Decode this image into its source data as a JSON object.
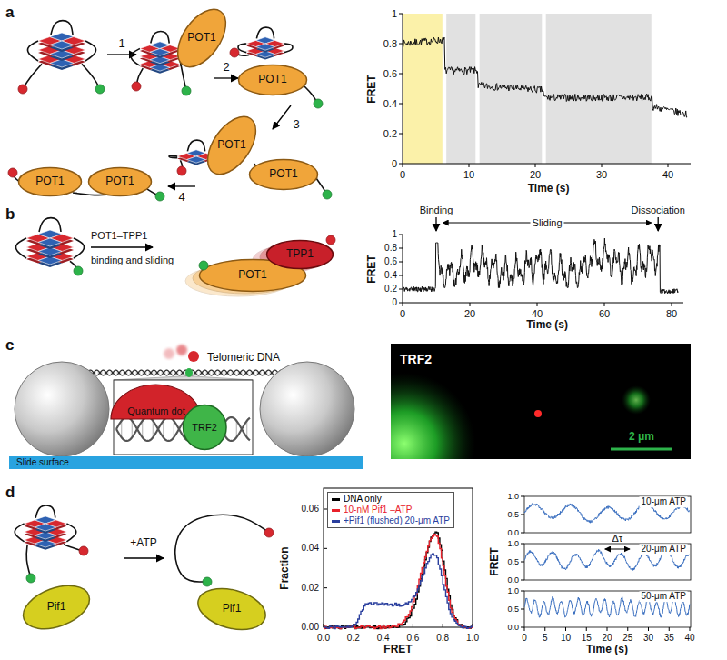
{
  "diagram": {
    "nodes": [
      {
        "text": [
          "POT1"
        ]
      },
      {
        "text": [
          "POT1"
        ]
      },
      {
        "text": [
          "POT1"
        ]
      },
      {
        "text": [
          "POT1"
        ]
      },
      {
        "text": [
          "POT1"
        ]
      },
      {
        "text": [
          "POT1"
        ]
      },
      {
        "text": [
          "POT1"
        ]
      },
      {
        "text": [
          "TPP1"
        ]
      },
      {
        "text": [
          "Quantum dot"
        ]
      },
      {
        "text": [
          "TRF2"
        ]
      },
      {
        "text": [
          "Slide surface"
        ]
      },
      {
        "text": [
          "Pif1"
        ]
      },
      {
        "text": [
          "Pif1"
        ]
      }
    ],
    "labels": [
      "a",
      "1",
      "2",
      "3",
      "4",
      "FRET",
      "0",
      "0.2",
      "0.4",
      "0.6",
      "0.8",
      "1",
      "0",
      "10",
      "20",
      "30",
      "40",
      "Time (s)",
      "b",
      "POT1–TPP1",
      "binding and sliding",
      "Binding",
      "Sliding",
      "Dissociation",
      "FRET",
      "0",
      "0.2",
      "0.4",
      "0.6",
      "0.8",
      "1",
      "0",
      "20",
      "40",
      "60",
      "80",
      "Time (s)",
      "c",
      "Telomeric DNA",
      "TRF2",
      "2 μm",
      "d",
      "+ATP",
      "Fraction",
      "0.00",
      "0.02",
      "0.04",
      "0.06",
      "0.0",
      "0.2",
      "0.4",
      "0.6",
      "0.8",
      "1.0",
      "FRET",
      "10-μm ATP",
      "20-μm ATP",
      "50-μm ATP",
      "Δτ",
      "FRET",
      "0.0",
      "0.5",
      "1.0",
      "0.0",
      "0.5",
      "1.0",
      "0.0",
      "0.5",
      "1.0",
      "0",
      "5",
      "10",
      "15",
      "20",
      "25",
      "30",
      "35",
      "40",
      "Time (s)"
    ],
    "legend": [
      {
        "text": "DNA only",
        "color": "#000000"
      },
      {
        "text": "10-nM Pif1 –ATP",
        "color": "#e8202a"
      },
      {
        "text": "+Pif1 (flushed) 20-μm ATP",
        "color": "#2a3f9e"
      }
    ]
  }
}
